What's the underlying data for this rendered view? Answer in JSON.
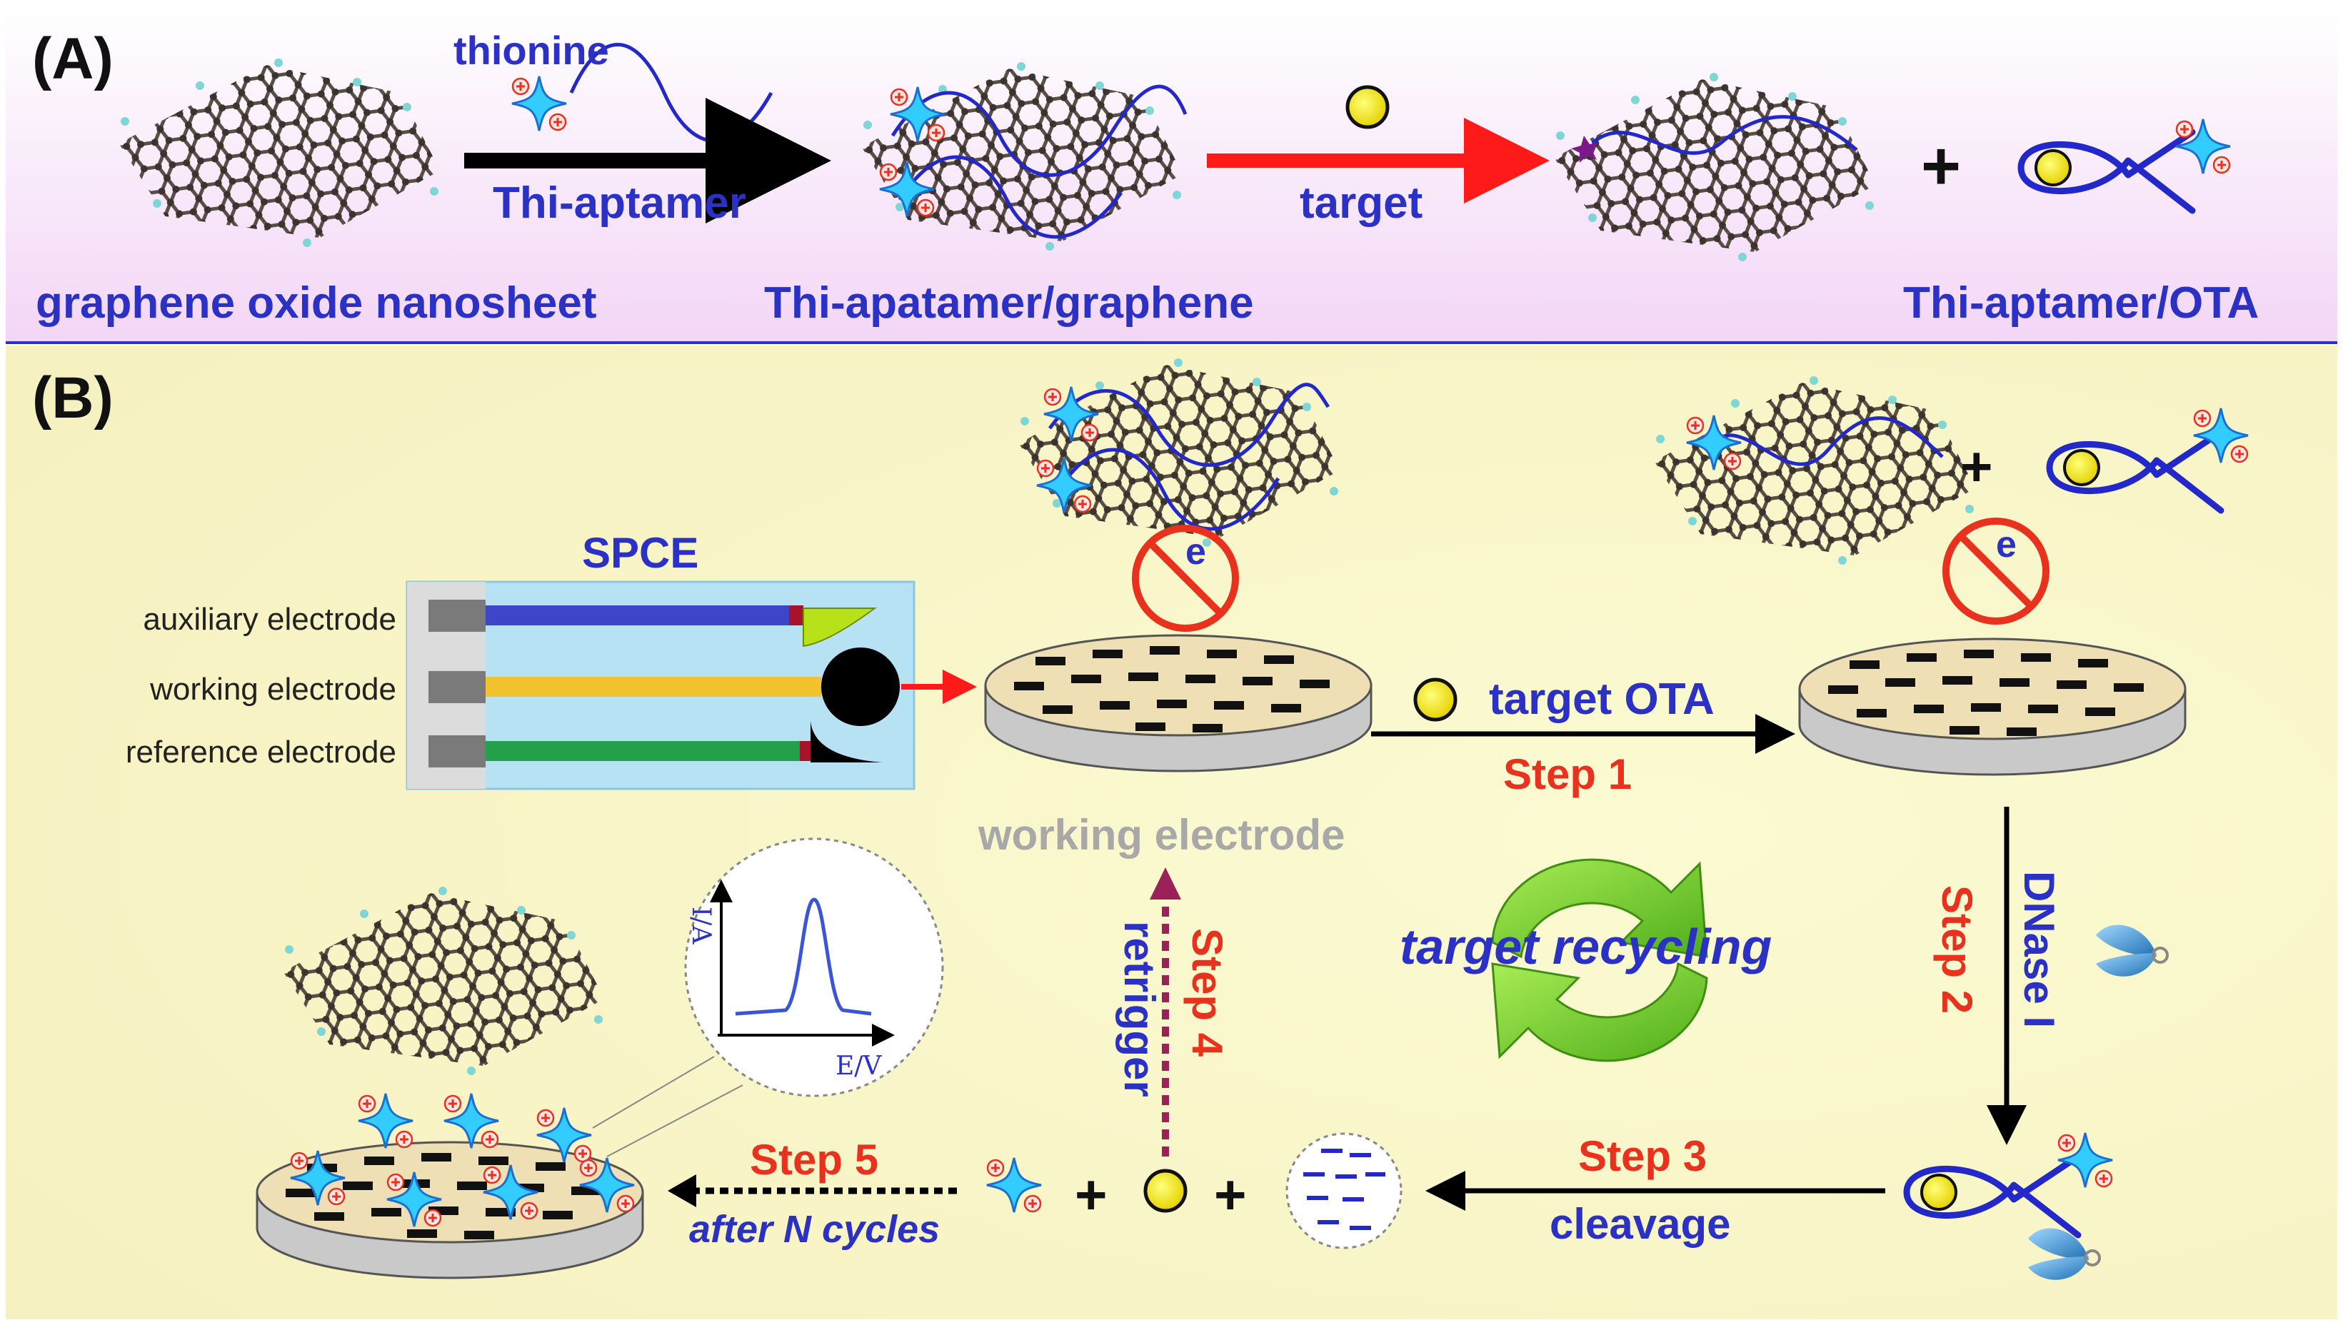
{
  "panel_a": {
    "label": "(A)",
    "thionine": "thionine",
    "arrow1": "Thi-aptamer",
    "arrow2": "target",
    "caption_left": "graphene oxide nanosheet",
    "caption_mid": "Thi-apatamer/graphene",
    "caption_right": "Thi-aptamer/OTA",
    "plus": "+"
  },
  "panel_b": {
    "label": "(B)",
    "spce_title": "SPCE",
    "electrode_aux": "auxiliary electrode",
    "electrode_work": "working electrode",
    "electrode_ref": "reference electrode",
    "working_electrode_caption": "working electrode",
    "target_ota": "target OTA",
    "step1": "Step 1",
    "step2": "Step 2",
    "dnase": "DNase I",
    "step3": "Step 3",
    "cleavage": "cleavage",
    "step4": "Step 4",
    "retrigger": "retrigger",
    "step5": "Step 5",
    "after_cycles": "after N cycles",
    "recycling": "target recycling",
    "e_label": "e",
    "axis_y": "I/A",
    "axis_x": "E/V",
    "plus": "+"
  },
  "colors": {
    "panel_a_bg_top": "#ffffff",
    "panel_a_bg_bottom": "#f4dcf7",
    "panel_b_bg": "#fbf9d2",
    "blue_text": "#2a31c4",
    "red_text": "#e8321e",
    "gray_text": "#a8a8a8",
    "black_arrow": "#000000",
    "red_arrow": "#ff1a1a",
    "recycle_green": "#7fcf2a"
  }
}
